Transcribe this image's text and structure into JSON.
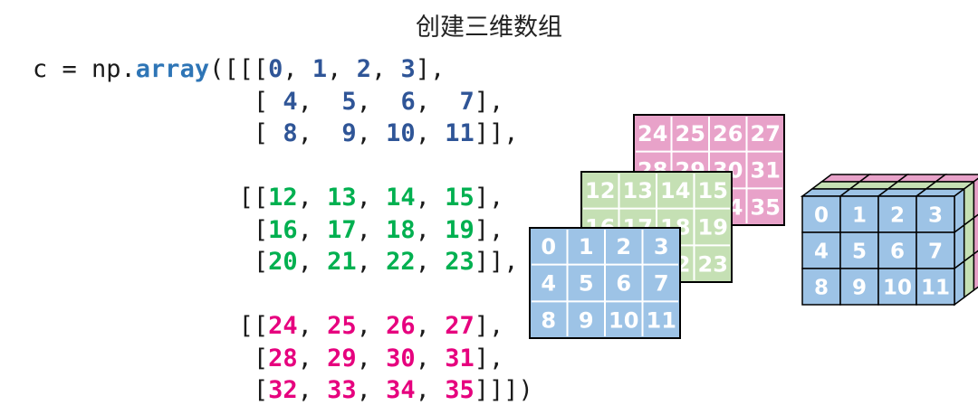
{
  "title": "创建三维数组",
  "code": {
    "prefix": "c = np.",
    "func": "array",
    "open_paren": "(",
    "close_paren": ")"
  },
  "array": [
    [
      [
        "0",
        "1",
        "2",
        "3"
      ],
      [
        "4",
        "5",
        "6",
        "7"
      ],
      [
        "8",
        "9",
        "10",
        "11"
      ]
    ],
    [
      [
        "12",
        "13",
        "14",
        "15"
      ],
      [
        "16",
        "17",
        "18",
        "19"
      ],
      [
        "20",
        "21",
        "22",
        "23"
      ]
    ],
    [
      [
        "24",
        "25",
        "26",
        "27"
      ],
      [
        "28",
        "29",
        "30",
        "31"
      ],
      [
        "32",
        "33",
        "34",
        "35"
      ]
    ]
  ],
  "colors": {
    "layer_text": [
      "#2f5597",
      "#00b050",
      "#e6007e"
    ],
    "layer_fill": [
      "#9dc3e6",
      "#c5e0b4",
      "#e8a2c9"
    ],
    "keyword": "#2e75b6"
  },
  "cube_front_labels": [
    [
      "0",
      "1",
      "2",
      "3"
    ],
    [
      "4",
      "5",
      "6",
      "7"
    ],
    [
      "8",
      "9",
      "10",
      "11"
    ]
  ]
}
